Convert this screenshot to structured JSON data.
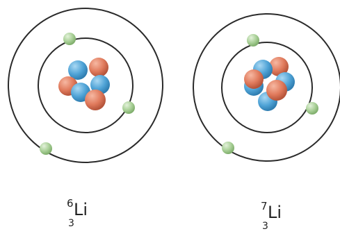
{
  "colors": {
    "orbit": "#2a2a2a",
    "electron": "#a8cf96",
    "proton": "#e07a5c",
    "neutron": "#4fa3d6"
  },
  "atoms": [
    {
      "mass_number": "6",
      "symbol": "Li",
      "atomic_number": "3",
      "protons": 3,
      "neutrons": 3,
      "electrons": 3
    },
    {
      "mass_number": "7",
      "symbol": "Li",
      "atomic_number": "3",
      "protons": 3,
      "neutrons": 4,
      "electrons": 3
    }
  ]
}
